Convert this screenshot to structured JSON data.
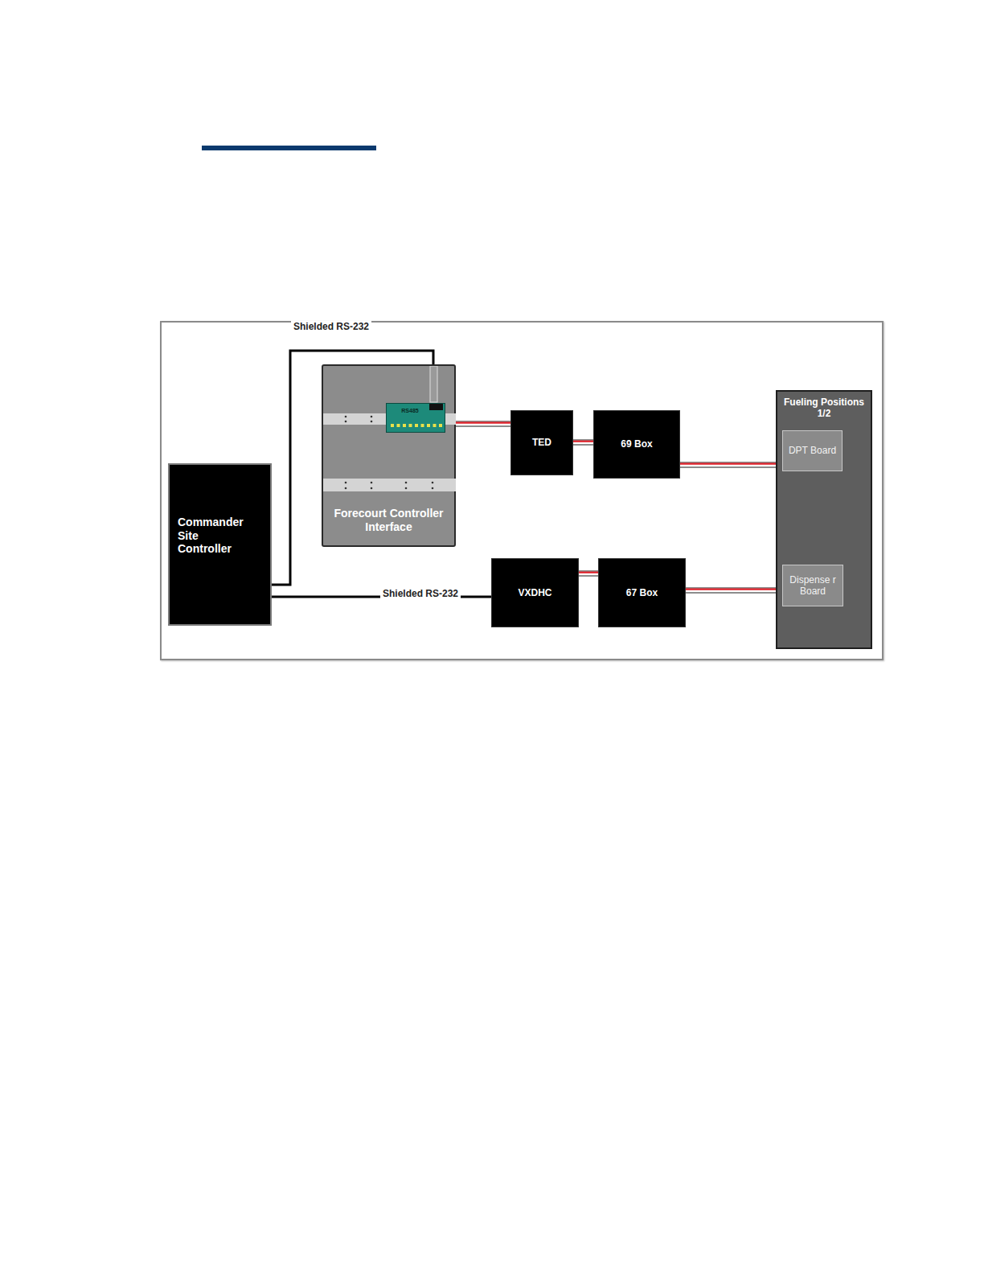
{
  "diagram": {
    "nodes": [
      {
        "text": [
          "Commander Site Controller"
        ]
      },
      {
        "text": [
          "Forecourt Controller Interface"
        ]
      },
      {
        "text": [
          "RS485"
        ],
        "in": 1
      },
      {
        "text": [
          "TED"
        ]
      },
      {
        "text": [
          "69 Box"
        ]
      },
      {
        "text": [
          "VXDHC"
        ]
      },
      {
        "text": [
          "67 Box"
        ]
      },
      {
        "text": [
          "Fueling Positions 1/2"
        ]
      },
      {
        "text": [
          "DPT Board"
        ],
        "in": 7
      },
      {
        "text": [
          "Dispense r Board"
        ],
        "in": 7
      }
    ],
    "edges": [
      {
        "from": 0,
        "to": 1,
        "label": "Shielded RS-232",
        "arrow": "none"
      },
      {
        "from": 0,
        "to": 5,
        "label": "Shielded RS-232",
        "arrow": "none"
      },
      {
        "from": 2,
        "to": 3,
        "arrow": "none"
      },
      {
        "from": 3,
        "to": 4,
        "arrow": "none"
      },
      {
        "from": 4,
        "to": 8,
        "arrow": "none"
      },
      {
        "from": 5,
        "to": 6,
        "arrow": "none"
      },
      {
        "from": 6,
        "to": 9,
        "arrow": "none"
      }
    ]
  }
}
